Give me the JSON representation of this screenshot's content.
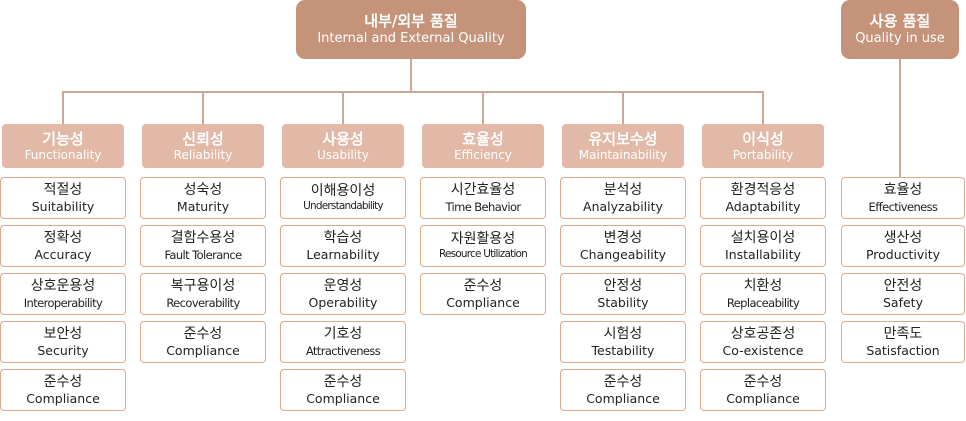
{
  "internal_external": {
    "title_ko": "내부/외부 품질",
    "title_en": "Internal and External Quality",
    "categories": [
      {
        "ko": "기능성",
        "en": "Functionality",
        "items": [
          {
            "ko": "적절성",
            "en": "Suitability"
          },
          {
            "ko": "정확성",
            "en": "Accuracy"
          },
          {
            "ko": "상호운용성",
            "en": "Interoperability"
          },
          {
            "ko": "보안성",
            "en": "Security"
          },
          {
            "ko": "준수성",
            "en": "Compliance"
          }
        ]
      },
      {
        "ko": "신뢰성",
        "en": "Reliability",
        "items": [
          {
            "ko": "성숙성",
            "en": "Maturity"
          },
          {
            "ko": "결함수용성",
            "en": "Fault Tolerance"
          },
          {
            "ko": "복구용이성",
            "en": "Recoverability"
          },
          {
            "ko": "준수성",
            "en": "Compliance"
          }
        ]
      },
      {
        "ko": "사용성",
        "en": "Usability",
        "items": [
          {
            "ko": "이해용이성",
            "en": "Understandability"
          },
          {
            "ko": "학습성",
            "en": "Learnability"
          },
          {
            "ko": "운영성",
            "en": "Operability"
          },
          {
            "ko": "기호성",
            "en": "Attractiveness"
          },
          {
            "ko": "준수성",
            "en": "Compliance"
          }
        ]
      },
      {
        "ko": "효율성",
        "en": "Efficiency",
        "items": [
          {
            "ko": "시간효율성",
            "en": "Time Behavior"
          },
          {
            "ko": "자원활용성",
            "en": "Resource Utilization"
          },
          {
            "ko": "준수성",
            "en": "Compliance"
          }
        ]
      },
      {
        "ko": "유지보수성",
        "en": "Maintainability",
        "items": [
          {
            "ko": "분석성",
            "en": "Analyzability"
          },
          {
            "ko": "변경성",
            "en": "Changeability"
          },
          {
            "ko": "안정성",
            "en": "Stability"
          },
          {
            "ko": "시험성",
            "en": "Testability"
          },
          {
            "ko": "준수성",
            "en": "Compliance"
          }
        ]
      },
      {
        "ko": "이식성",
        "en": "Portability",
        "items": [
          {
            "ko": "환경적응성",
            "en": "Adaptability"
          },
          {
            "ko": "설치용이성",
            "en": "Installability"
          },
          {
            "ko": "치환성",
            "en": "Replaceability"
          },
          {
            "ko": "상호공존성",
            "en": "Co-existence"
          },
          {
            "ko": "준수성",
            "en": "Compliance"
          }
        ]
      }
    ]
  },
  "quality_in_use": {
    "title_ko": "사용 품질",
    "title_en": "Quality in use",
    "items": [
      {
        "ko": "효율성",
        "en": "Effectiveness"
      },
      {
        "ko": "생산성",
        "en": "Productivity"
      },
      {
        "ko": "안전성",
        "en": "Safety"
      },
      {
        "ko": "만족도",
        "en": "Satisfaction"
      }
    ]
  },
  "colors": {
    "top_box": "#c4937a",
    "category_box": "#e1b9a6",
    "item_border": "#dfa98e",
    "connector": "#cda896"
  }
}
